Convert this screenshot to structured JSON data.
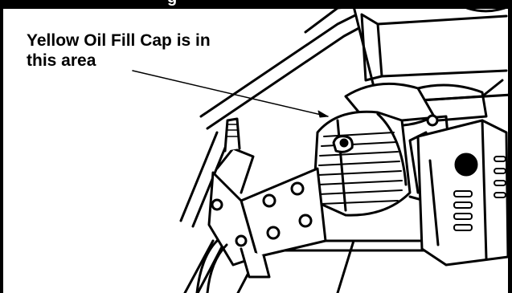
{
  "header": {
    "title": "g"
  },
  "callout": {
    "line1": "Yellow Oil Fill Cap is in",
    "line2": "this area"
  },
  "figure": {
    "subject": "pressure-washer-pump-and-engine"
  }
}
